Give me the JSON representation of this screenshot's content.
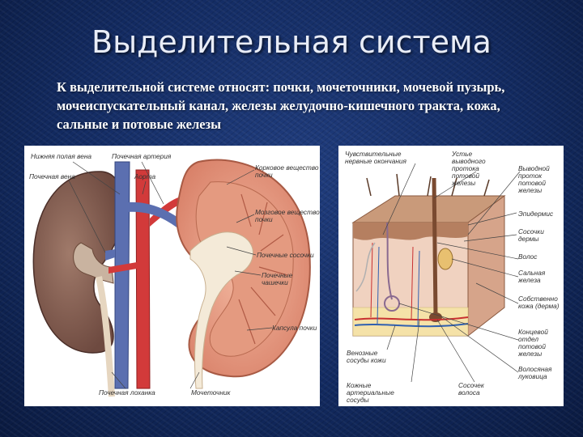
{
  "slide": {
    "title": "Выделительная система",
    "intro": "К выделительной системе относят: почки, мочеточники, мочевой пузырь, мочеиспускательный канал, железы желудочно-кишечного тракта, кожа, сальные и потовые железы"
  },
  "kidney_diagram": {
    "labels": {
      "inferior_vena_cava": "Нижняя полая вена",
      "renal_artery": "Почечная артерия",
      "renal_vein": "Почечная вена",
      "aorta": "Аорта",
      "cortex": "Корковое вещество почки",
      "medulla": "Мозговое вещество почки",
      "renal_papillae": "Почечные сосочки",
      "renal_calyces": "Почечные чашечки",
      "capsule": "Капсула почки",
      "renal_pelvis": "Почечная лоханка",
      "ureter": "Мочеточник"
    }
  },
  "skin_diagram": {
    "labels": {
      "nerve_endings": "Чувствительные нервные окончания",
      "duct_mouth": "Устье выводного протока потовой железы",
      "excretory_duct": "Выводной проток потовой железы",
      "epidermis": "Эпидермис",
      "dermal_papillae": "Сосочки дермы",
      "hair": "Волос",
      "sebaceous_gland": "Сальная железа",
      "dermis": "Собственно кожа (дерма)",
      "sweat_gland_end": "Концевой отдел потовой железы",
      "hair_bulb": "Волосяная луковица",
      "venous_vessels": "Венозные сосуды кожи",
      "arterial_vessels": "Кожные артериальные сосуды",
      "hair_papilla": "Сосочек волоса"
    }
  }
}
